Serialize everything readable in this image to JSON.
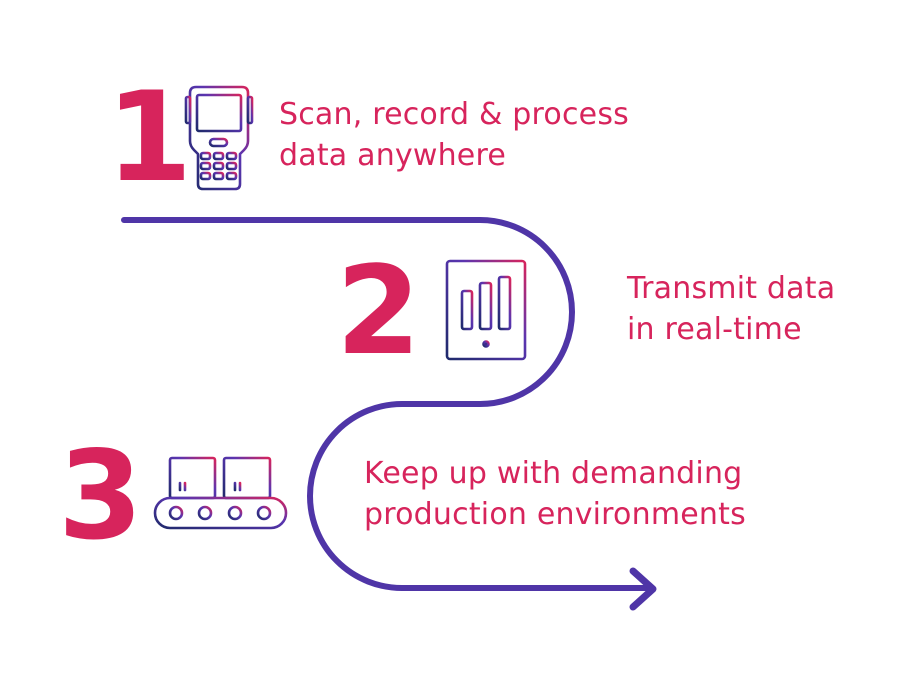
{
  "colors": {
    "accent": "#d7245c",
    "path": "#4f35a7",
    "icon_start": "#1f2a6b",
    "icon_mid": "#5a35b0",
    "icon_end": "#d7245c",
    "background": "#ffffff"
  },
  "steps": [
    {
      "number": "1",
      "icon": "handheld-scanner-icon",
      "lines": [
        "Scan, record & process",
        "data anywhere"
      ]
    },
    {
      "number": "2",
      "icon": "tablet-bar-chart-icon",
      "lines": [
        "Transmit data",
        "in real-time"
      ]
    },
    {
      "number": "3",
      "icon": "conveyor-belt-icon",
      "lines": [
        "Keep up with demanding",
        "production environments"
      ]
    }
  ],
  "connector": {
    "icon": "arrow-right-icon"
  }
}
